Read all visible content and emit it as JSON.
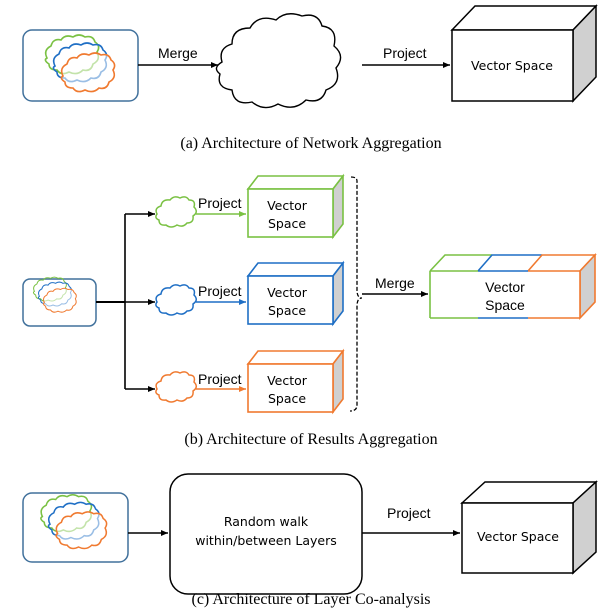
{
  "colors": {
    "green": "#7ac143",
    "blue": "#1f6fc5",
    "orange": "#f07a30",
    "frame": "#41719c",
    "black": "#000000",
    "side_face": "#d0d0d0"
  },
  "panel_a": {
    "merge_label": "Merge",
    "project_label": "Project",
    "vector_space_label": "Vector Space",
    "caption": "(a) Architecture of Network Aggregation"
  },
  "panel_b": {
    "branches": [
      {
        "color": "green",
        "project_label": "Project",
        "vector_line1": "Vector",
        "vector_line2": "Space"
      },
      {
        "color": "blue",
        "project_label": "Project",
        "vector_line1": "Vector",
        "vector_line2": "Space"
      },
      {
        "color": "orange",
        "project_label": "Project",
        "vector_line1": "Vector",
        "vector_line2": "Space"
      }
    ],
    "merge_label": "Merge",
    "merged_line1": "Vector",
    "merged_line2": "Space",
    "caption": "(b) Architecture of Results Aggregation"
  },
  "panel_c": {
    "process_line1": "Random walk",
    "process_line2": "within/between Layers",
    "project_label": "Project",
    "vector_space_label": "Vector Space",
    "caption": "(c) Architecture of Layer Co-analysis"
  }
}
